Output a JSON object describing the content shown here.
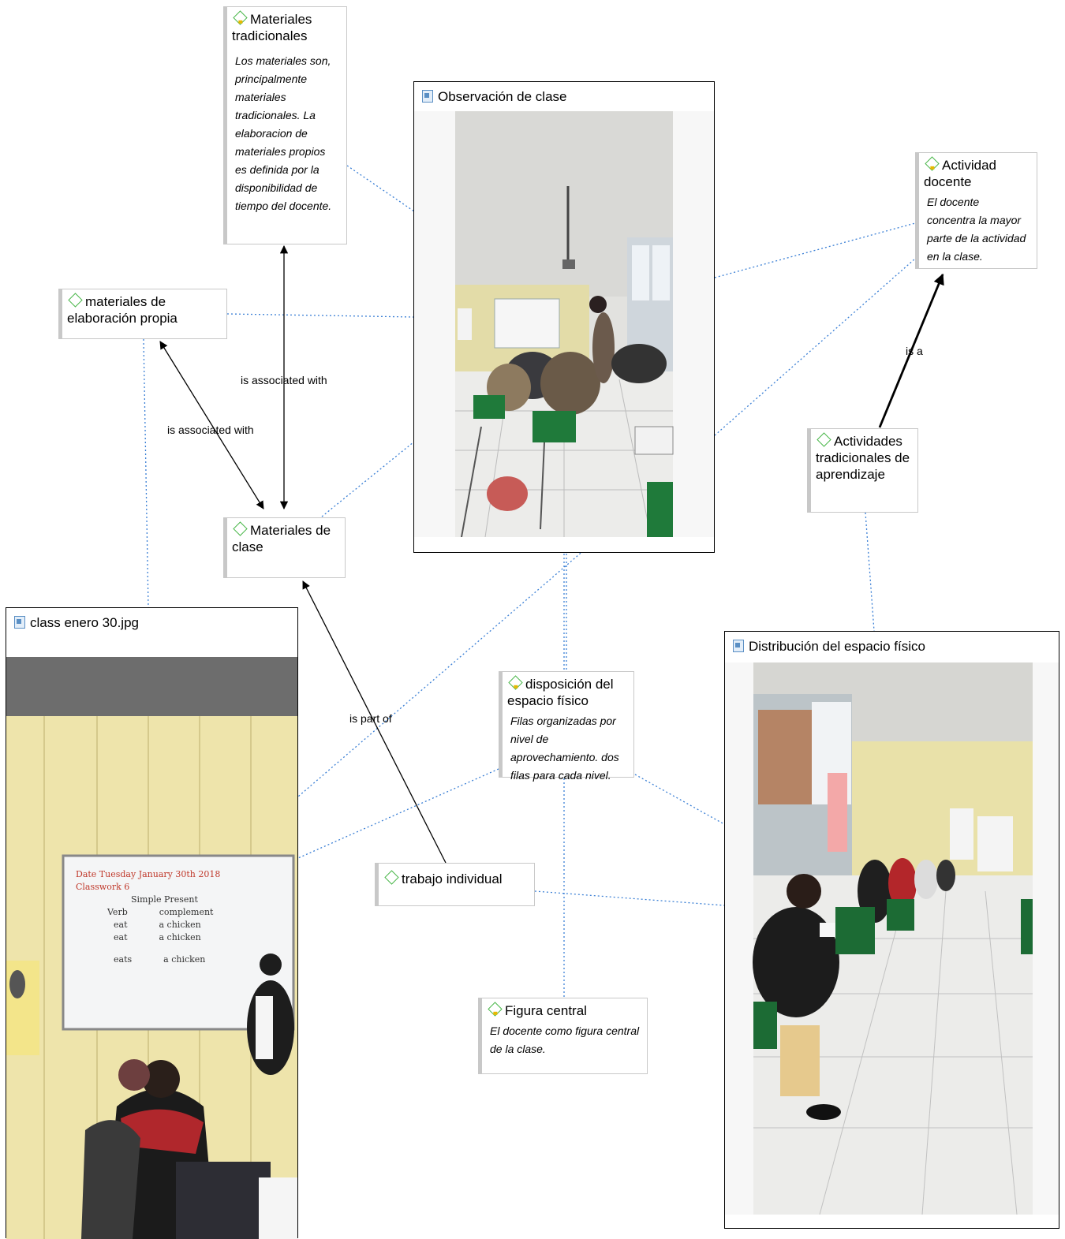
{
  "documents": {
    "observacion": {
      "title": "Observación de clase"
    },
    "class_enero": {
      "title": "class enero 30.jpg"
    },
    "distribucion": {
      "title": "Distribución del espacio físico"
    }
  },
  "codes": {
    "materiales_tradicionales": {
      "title": "Materiales tradicionales",
      "memo": "Los materiales son, principalmente materiales tradicionales.  La elaboracion de materiales propios es definida por la disponibilidad de tiempo del docente."
    },
    "materiales_elaboracion": {
      "title": "materiales de elaboración propia"
    },
    "materiales_clase": {
      "title": "Materiales de clase"
    },
    "actividad_docente": {
      "title": "Actividad docente",
      "memo": "El docente concentra la mayor parte de la actividad en la clase."
    },
    "actividades_tradicionales": {
      "title": "Actividades tradicionales de aprendizaje"
    },
    "disposicion": {
      "title": "disposición del espacio físico",
      "memo": "Filas organizadas por nivel de aprovechamiento. dos filas para cada nivel."
    },
    "trabajo_individual": {
      "title": "trabajo individual"
    },
    "figura_central": {
      "title": "Figura central",
      "memo": "El docente como figura central de la clase."
    }
  },
  "relations": {
    "assoc_1": "is associated with",
    "assoc_2": "is associated with",
    "is_a": "is a",
    "is_part_of": "is part of"
  },
  "whiteboard": {
    "date_line": "Date Tuesday January 30th 2018",
    "classwork": "Classwork 6",
    "heading": "Simple Present",
    "col_verb": "Verb",
    "col_complement": "complement",
    "rows": [
      "eat",
      "eat",
      "eats"
    ],
    "complements": [
      "a chicken",
      "a chicken",
      "a chicken"
    ]
  },
  "colors": {
    "dotted_link": "#3a7fd5",
    "code_icon": "#4cb84c",
    "memo_icon": "#e8b800",
    "doc_icon": "#5a8fc4"
  }
}
